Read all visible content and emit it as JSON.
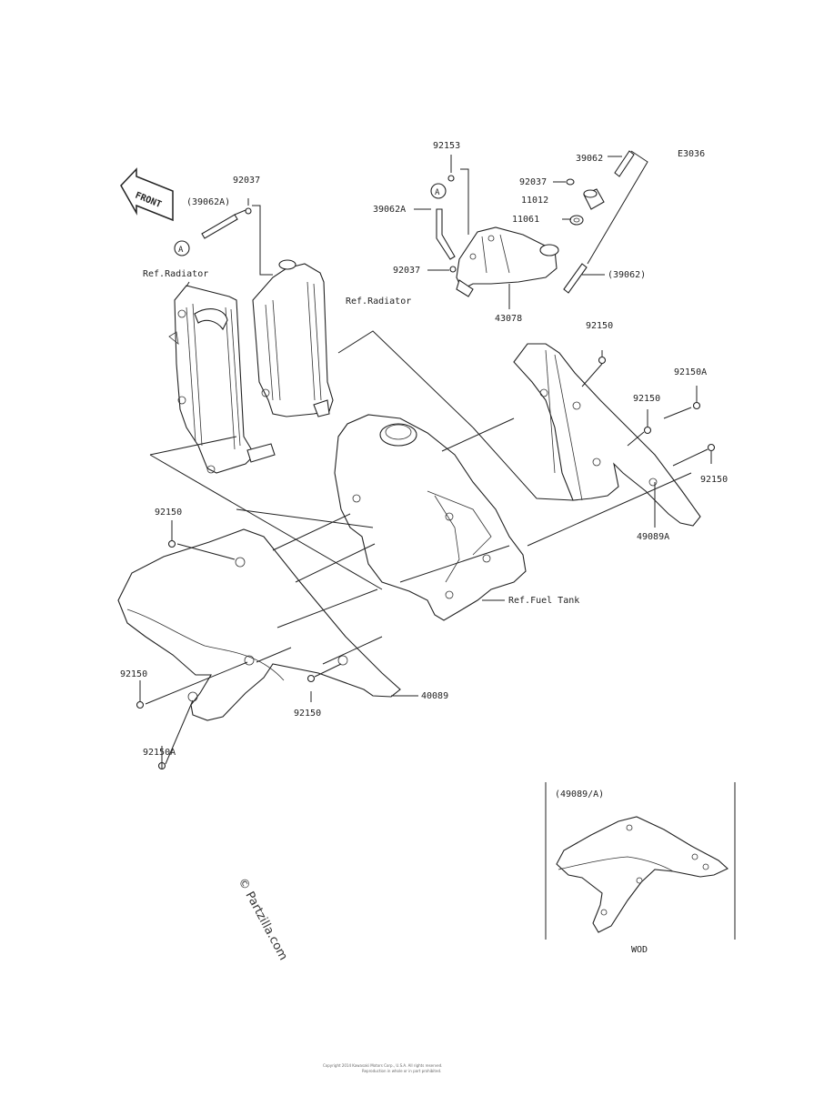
{
  "diagram_code": "E3036",
  "front_label": "FRONT",
  "ref_marker": "A",
  "labels": {
    "p92153": "92153",
    "p39062_top": "39062",
    "p92037_top": "92037",
    "p11012": "11012",
    "p11061": "11061",
    "p39062A_left": "39062A",
    "p92037_mid": "92037",
    "p39062_paren": "(39062)",
    "p43078": "43078",
    "p92037_left": "92037",
    "p39062A_paren": "(39062A)",
    "ref_radiator_1": "Ref.Radiator",
    "ref_radiator_2": "Ref.Radiator",
    "p92150_r1": "92150",
    "p92150A_r": "92150A",
    "p92150_r2": "92150",
    "p92150_r3": "92150",
    "p49089A": "49089A",
    "p92150_l1": "92150",
    "ref_fuel_tank": "Ref.Fuel Tank",
    "p92150_l2": "92150",
    "p92150_l3": "92150",
    "p40089": "40089",
    "p92150A_l": "92150A"
  },
  "inset": {
    "title": "(49089/A)",
    "caption": "WOD"
  },
  "watermark": "© Partzilla.com",
  "footer": {
    "line1": "Copyright 2014 Kawasaki Motors Corp., U.S.A. All rights reserved.",
    "line2": "Reproduction in whole or in part prohibited."
  }
}
